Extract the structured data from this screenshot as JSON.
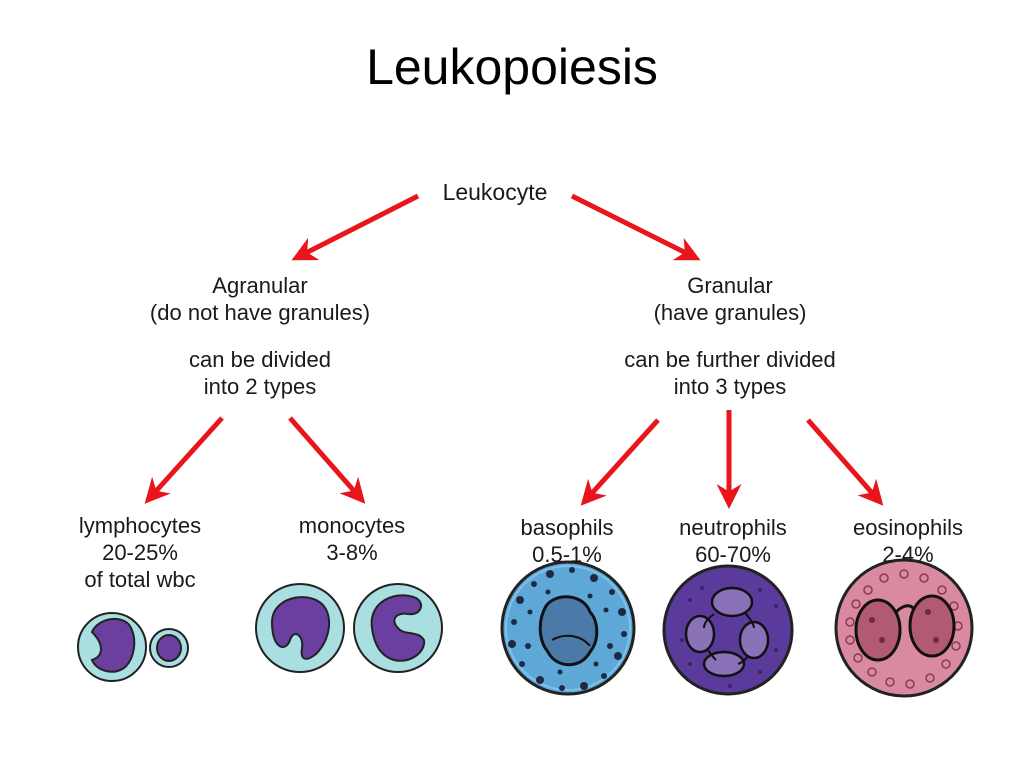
{
  "title": "Leukopoiesis",
  "root": "Leukocyte",
  "agranular": {
    "name": "Agranular",
    "note": "(do not have granules)",
    "divide1": "can be divided",
    "divide2": "into 2 types",
    "types": [
      {
        "name": "lymphocytes",
        "pct": "20-25%",
        "extra": "of total wbc"
      },
      {
        "name": "monocytes",
        "pct": "3-8%"
      }
    ]
  },
  "granular": {
    "name": "Granular",
    "note": "(have granules)",
    "divide1": "can be further divided",
    "divide2": "into 3 types",
    "types": [
      {
        "name": "basophils",
        "pct": "0.5-1%"
      },
      {
        "name": "neutrophils",
        "pct": "60-70%"
      },
      {
        "name": "eosinophils",
        "pct": "2-4%"
      }
    ]
  },
  "colors": {
    "arrow": "#e8151b",
    "agranular_cytoplasm": "#a9dfe0",
    "agranular_nucleus": "#6a3fa0",
    "basophil": "#5ea8d8",
    "neutrophil": "#5a3a9a",
    "eosinophil": "#d98aa0"
  }
}
